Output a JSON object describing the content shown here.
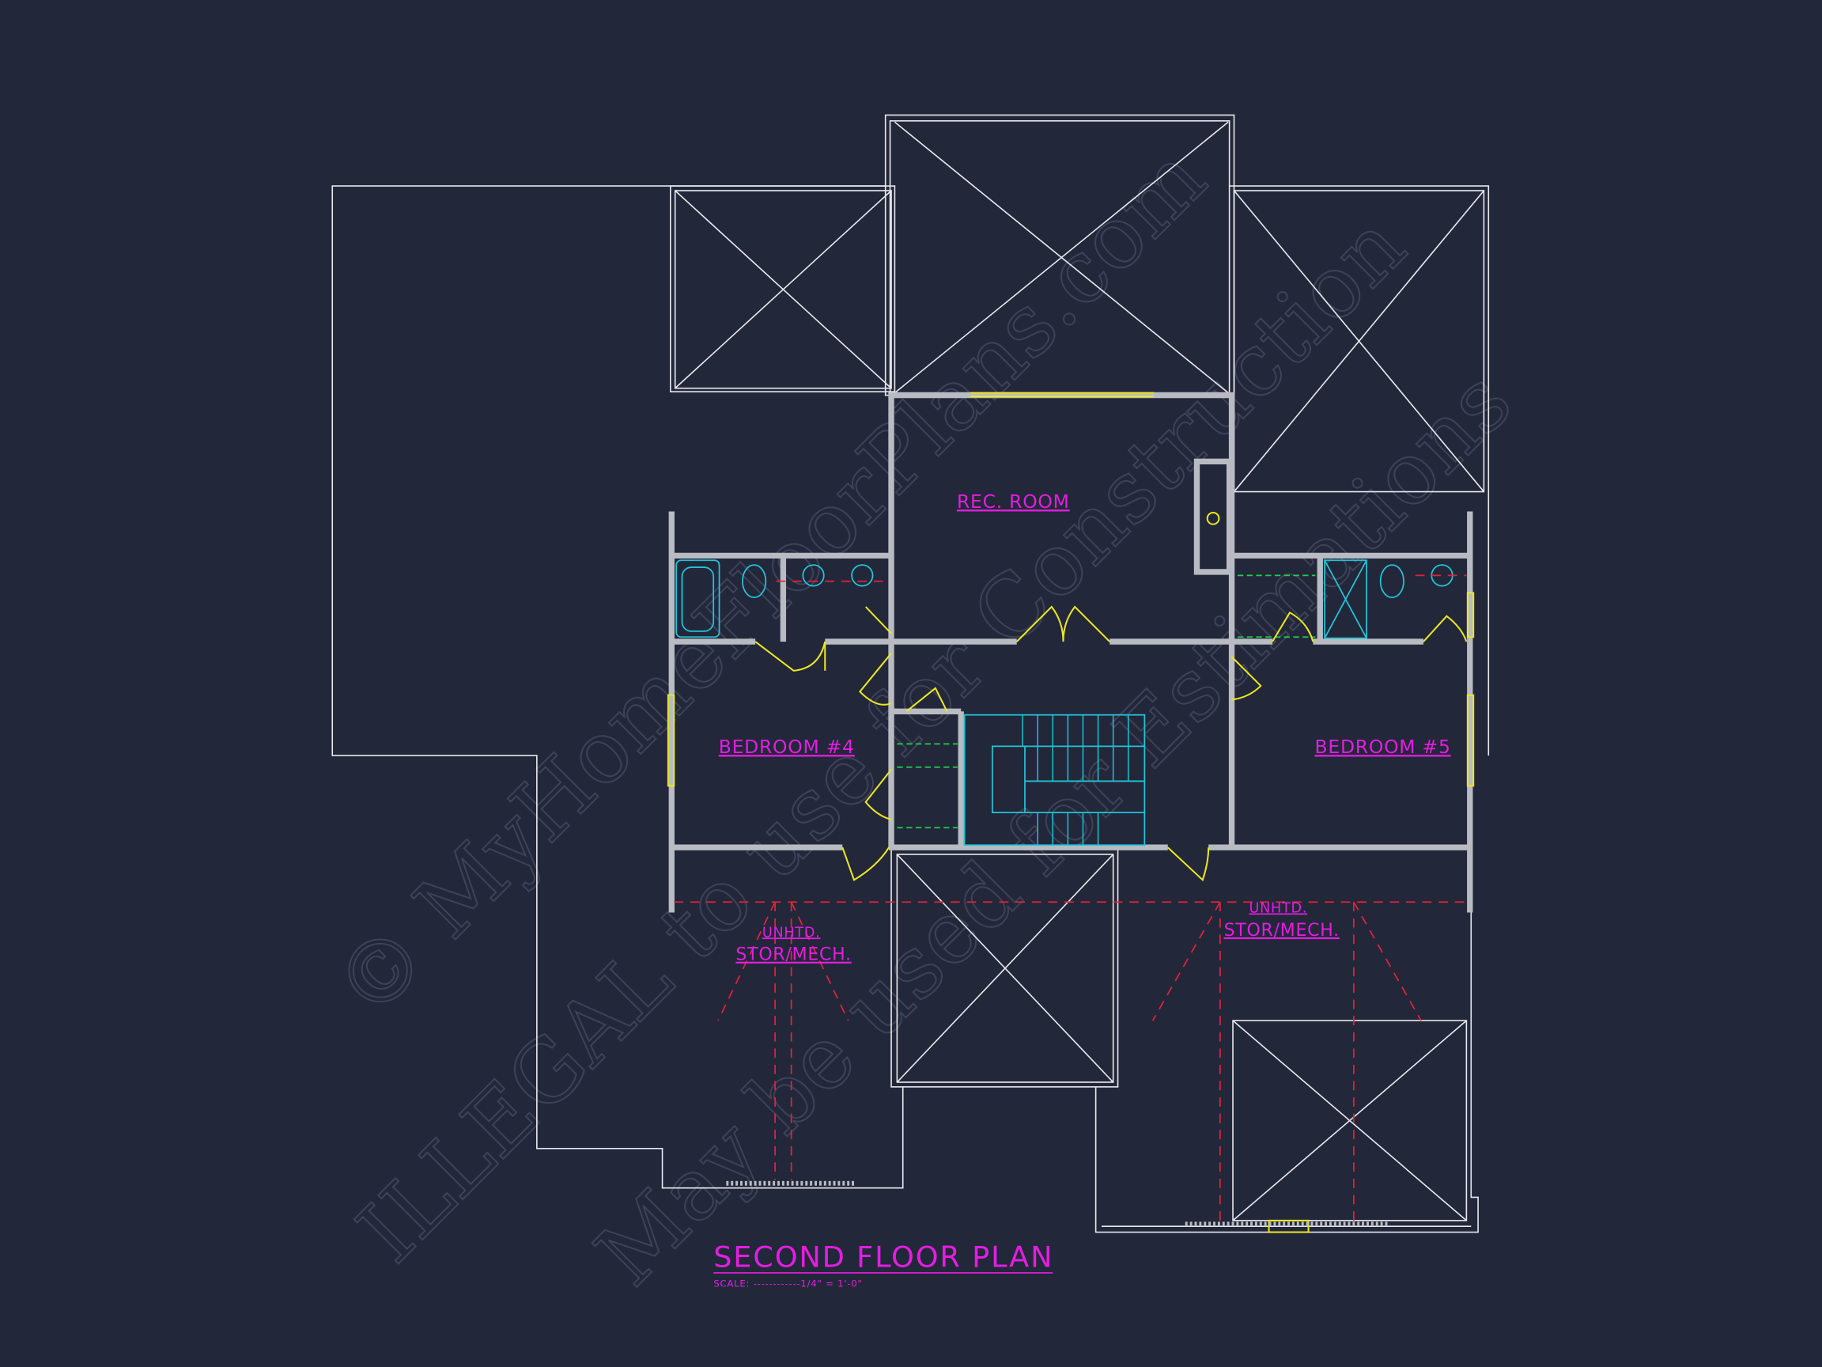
{
  "plan": {
    "title": "SECOND FLOOR PLAN",
    "scale": "SCALE: ------------1/4\" = 1'-0\"",
    "rooms": {
      "rec_room": "REC. ROOM",
      "bedroom4": "BEDROOM #4",
      "bedroom5": "BEDROOM #5",
      "stor_left_line1": "UNHTD.",
      "stor_left_line2": "STOR/MECH.",
      "stor_right_line1": "UNHTD.",
      "stor_right_line2": "STOR/MECH."
    }
  },
  "watermark": {
    "line1": "© MyHomeFloorPlans.com",
    "line2": "ILLEGAL to use for Construction",
    "line3": "May be used for Estimations"
  },
  "colors": {
    "background": "#23273a",
    "label": "#e21ee0",
    "walls": "#b9bbc2",
    "fixtures": "#22c4d8",
    "doors": "#e9e624",
    "hidden_lines": "#e0233a"
  }
}
